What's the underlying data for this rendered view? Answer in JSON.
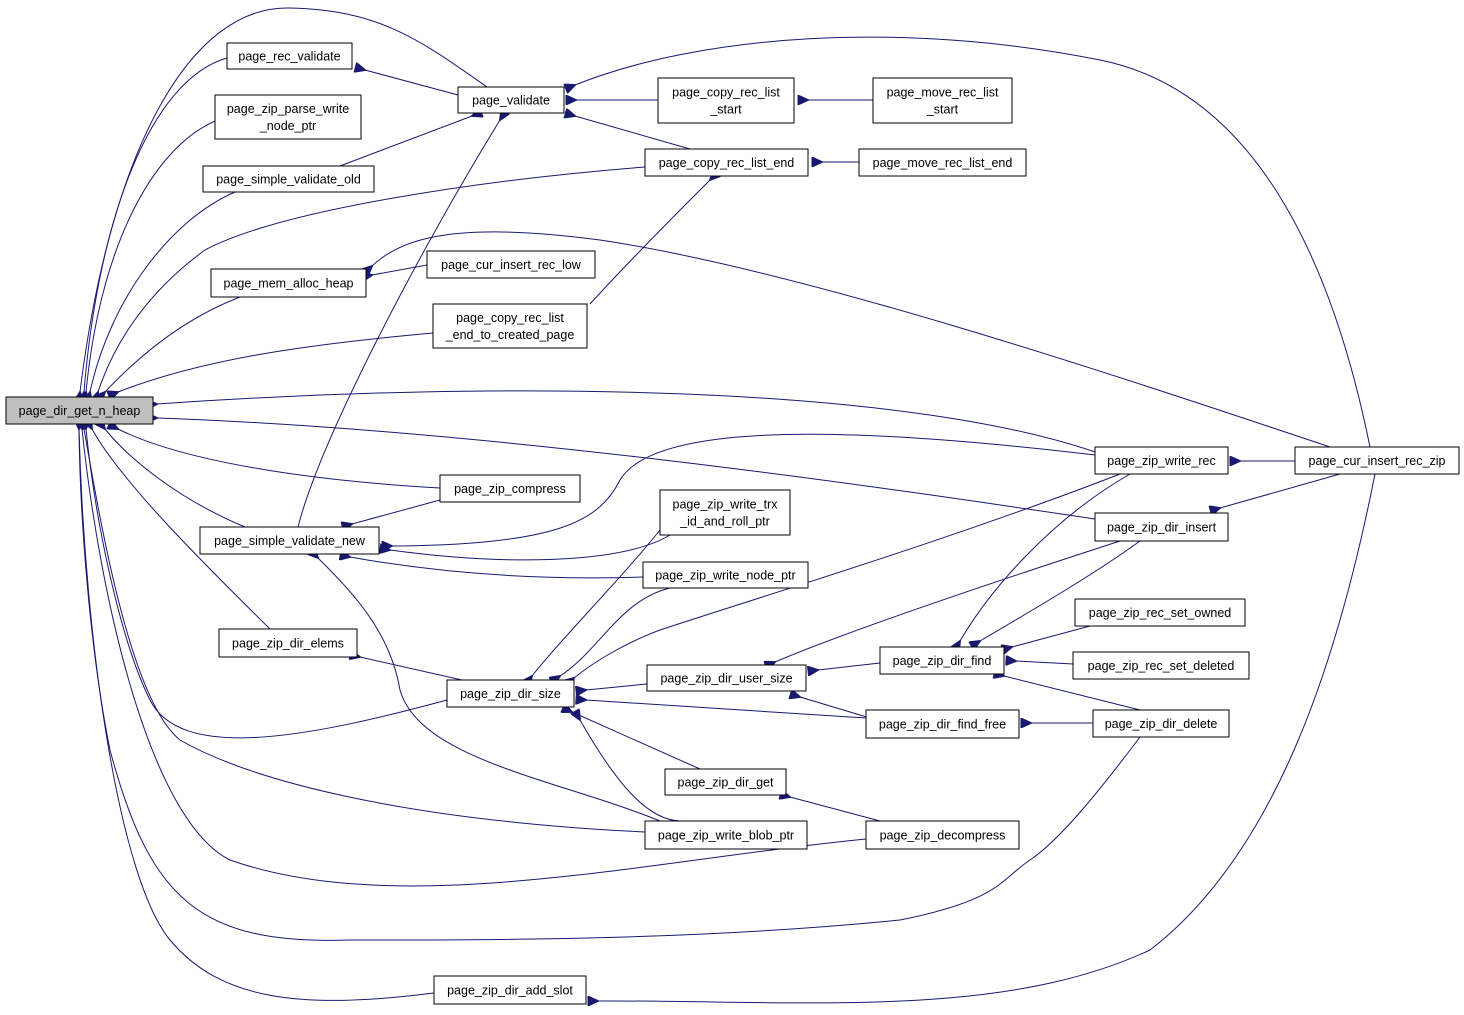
{
  "diagram": {
    "colors": {
      "edge": "#191970",
      "root_fill": "#bfbfbf",
      "node_fill": "#ffffff",
      "border": "#000000"
    },
    "nodes": [
      {
        "id": "root",
        "lines": [
          "page_dir_get_n_heap"
        ]
      },
      {
        "id": "rec_validate",
        "lines": [
          "page_rec_validate"
        ]
      },
      {
        "id": "zip_parse_write",
        "lines": [
          "page_zip_parse_write",
          "_node_ptr"
        ]
      },
      {
        "id": "simple_validate_old",
        "lines": [
          "page_simple_validate_old"
        ]
      },
      {
        "id": "mem_alloc_heap",
        "lines": [
          "page_mem_alloc_heap"
        ]
      },
      {
        "id": "simple_validate_new",
        "lines": [
          "page_simple_validate_new"
        ]
      },
      {
        "id": "zip_dir_elems",
        "lines": [
          "page_zip_dir_elems"
        ]
      },
      {
        "id": "validate",
        "lines": [
          "page_validate"
        ]
      },
      {
        "id": "cur_insert_rec_low",
        "lines": [
          "page_cur_insert_rec_low"
        ]
      },
      {
        "id": "copy_rec_list_end_to_created",
        "lines": [
          "page_copy_rec_list",
          "_end_to_created_page"
        ]
      },
      {
        "id": "zip_compress",
        "lines": [
          "page_zip_compress"
        ]
      },
      {
        "id": "zip_dir_size",
        "lines": [
          "page_zip_dir_size"
        ]
      },
      {
        "id": "zip_dir_add_slot",
        "lines": [
          "page_zip_dir_add_slot"
        ]
      },
      {
        "id": "copy_rec_list_start",
        "lines": [
          "page_copy_rec_list",
          "_start"
        ]
      },
      {
        "id": "copy_rec_list_end",
        "lines": [
          "page_copy_rec_list_end"
        ]
      },
      {
        "id": "zip_write_trx",
        "lines": [
          "page_zip_write_trx",
          "_id_and_roll_ptr"
        ]
      },
      {
        "id": "zip_write_node_ptr",
        "lines": [
          "page_zip_write_node_ptr"
        ]
      },
      {
        "id": "zip_dir_user_size",
        "lines": [
          "page_zip_dir_user_size"
        ]
      },
      {
        "id": "zip_dir_get",
        "lines": [
          "page_zip_dir_get"
        ]
      },
      {
        "id": "zip_write_blob_ptr",
        "lines": [
          "page_zip_write_blob_ptr"
        ]
      },
      {
        "id": "move_rec_list_start",
        "lines": [
          "page_move_rec_list",
          "_start"
        ]
      },
      {
        "id": "move_rec_list_end",
        "lines": [
          "page_move_rec_list_end"
        ]
      },
      {
        "id": "zip_dir_find",
        "lines": [
          "page_zip_dir_find"
        ]
      },
      {
        "id": "zip_dir_find_free",
        "lines": [
          "page_zip_dir_find_free"
        ]
      },
      {
        "id": "zip_decompress",
        "lines": [
          "page_zip_decompress"
        ]
      },
      {
        "id": "zip_write_rec",
        "lines": [
          "page_zip_write_rec"
        ]
      },
      {
        "id": "zip_dir_insert",
        "lines": [
          "page_zip_dir_insert"
        ]
      },
      {
        "id": "zip_rec_set_owned",
        "lines": [
          "page_zip_rec_set_owned"
        ]
      },
      {
        "id": "zip_rec_set_deleted",
        "lines": [
          "page_zip_rec_set_deleted"
        ]
      },
      {
        "id": "zip_dir_delete",
        "lines": [
          "page_zip_dir_delete"
        ]
      },
      {
        "id": "cur_insert_rec_zip",
        "lines": [
          "page_cur_insert_rec_zip"
        ]
      }
    ]
  }
}
